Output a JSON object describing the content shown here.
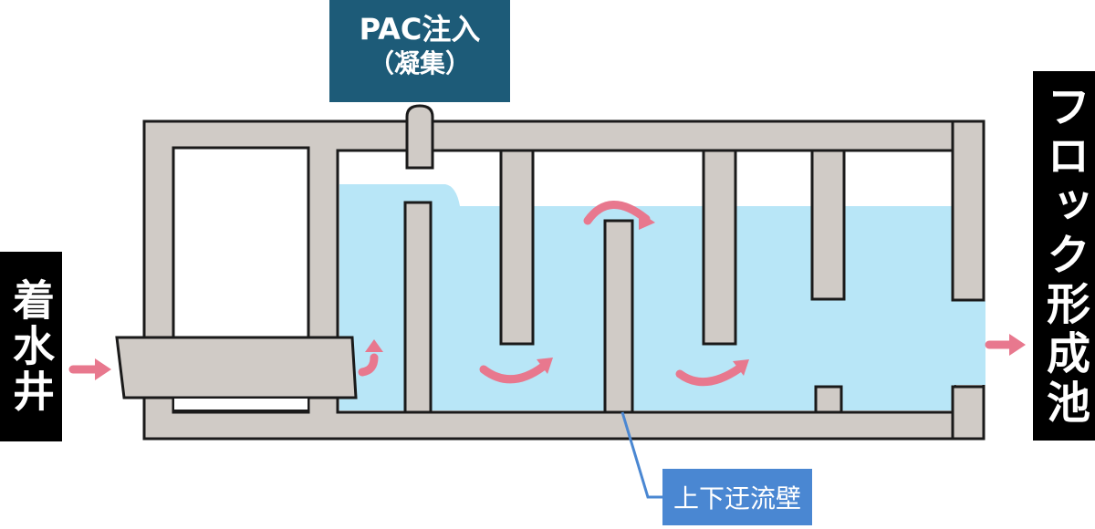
{
  "labels": {
    "inlet": "着水井",
    "outlet": "フロック形成池",
    "pac_title": "PAC注入",
    "pac_subtitle": "（凝集）",
    "baffle": "上下迂流壁"
  },
  "colors": {
    "wall": "#d0cbc6",
    "outline": "#1a1a1a",
    "water": "#b8e6f7",
    "arrow": "#e8788e",
    "pac_box": "#1d5b78",
    "baffle_box": "#4a87d2",
    "leader_line": "#4a87d2",
    "label_black": "#000000"
  }
}
